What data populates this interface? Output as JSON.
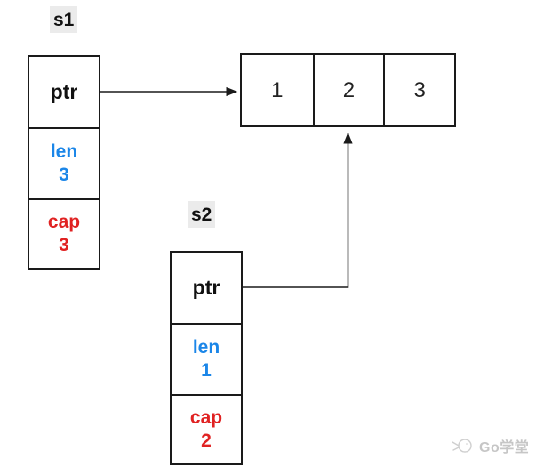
{
  "diagram": {
    "s1": {
      "label": "s1",
      "ptr_label": "ptr",
      "len_label": "len",
      "len_value": "3",
      "cap_label": "cap",
      "cap_value": "3"
    },
    "s2": {
      "label": "s2",
      "ptr_label": "ptr",
      "len_label": "len",
      "len_value": "1",
      "cap_label": "cap",
      "cap_value": "2"
    },
    "array": {
      "cells": [
        "1",
        "2",
        "3"
      ]
    }
  },
  "watermark": {
    "text": "Go学堂"
  },
  "colors": {
    "len_accent": "#1b86e8",
    "cap_accent": "#e02222",
    "line": "#1a1a1a",
    "label_bg": "#ebebeb",
    "watermark_gray": "#c6c6c6"
  }
}
